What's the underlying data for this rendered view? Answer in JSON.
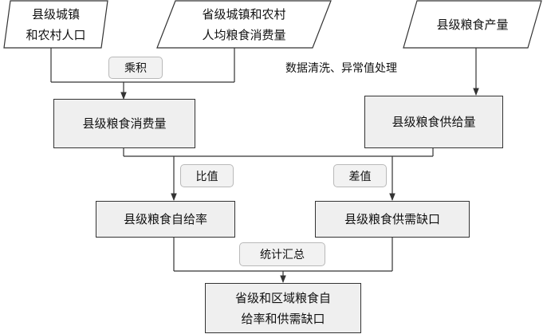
{
  "inputs": {
    "county_population": {
      "line1": "县级城镇",
      "line2": "和农村人口"
    },
    "provincial_consumption": {
      "line1": "省级城镇和农村",
      "line2": "人均粮食消费量"
    },
    "county_production": {
      "line1": "县级粮食产量"
    }
  },
  "operations": {
    "product": "乘积",
    "ratio": "比值",
    "difference": "差值",
    "aggregate": "统计汇总"
  },
  "note": "数据清洗、异常值处理",
  "process": {
    "county_consumption": "县级粮食消费量",
    "county_supply": "县级粮食供给量"
  },
  "results": {
    "self_sufficiency": "县级粮食自给率",
    "supply_gap": "县级粮食供需缺口"
  },
  "final": {
    "line1": "省级和区域粮食自",
    "line2": "给率和供需缺口"
  }
}
